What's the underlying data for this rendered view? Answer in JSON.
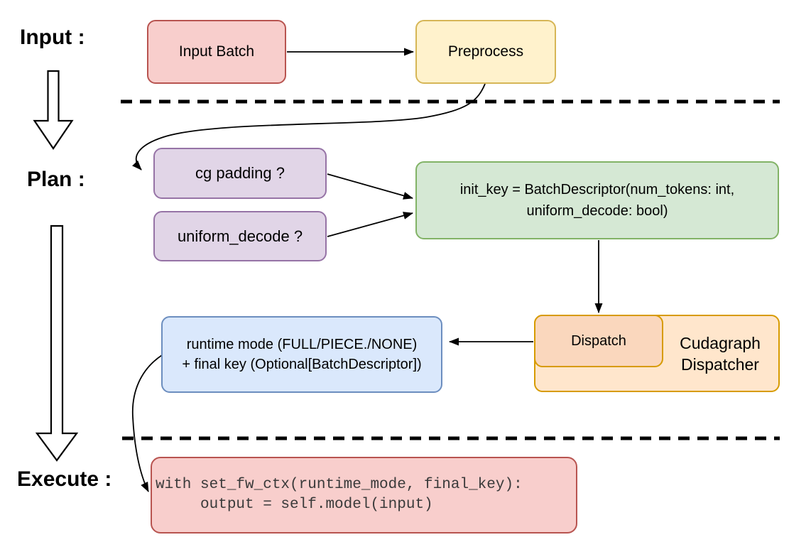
{
  "colors": {
    "background": "#ffffff",
    "line": "#000000",
    "label_text": "#000000",
    "node_text": "#000000",
    "code_text": "#3a3a3a"
  },
  "labels": {
    "input": "Input :",
    "plan": "Plan :",
    "execute": "Execute :"
  },
  "nodes": {
    "input_batch": {
      "label": "Input Batch",
      "fill": "#F8CECC",
      "border": "#B85450"
    },
    "preprocess": {
      "label": "Preprocess",
      "fill": "#FFF2CC",
      "border": "#D6B656"
    },
    "cg_padding": {
      "label": "cg padding ?",
      "fill": "#E1D5E7",
      "border": "#9673A6"
    },
    "uniform_decode": {
      "label": "uniform_decode ?",
      "fill": "#E1D5E7",
      "border": "#9673A6"
    },
    "init_key": {
      "line1": "init_key = BatchDescriptor(num_tokens: int,",
      "line2": "uniform_decode: bool)",
      "fill": "#D5E8D4",
      "border": "#82B366"
    },
    "dispatch": {
      "label": "Dispatch",
      "fill": "#FAD7BD",
      "border": "#D79B00"
    },
    "cudagraph_dispatcher": {
      "line1": "Cudagraph",
      "line2": "Dispatcher",
      "fill": "#FFE6CC",
      "border": "#D79B00"
    },
    "runtime_mode": {
      "line1": "runtime mode (FULL/PIECE./NONE)",
      "line2": "+ final key (Optional[BatchDescriptor])",
      "fill": "#DAE8FC",
      "border": "#6C8EBF"
    },
    "execute_code": {
      "line1": "with set_fw_ctx(runtime_mode, final_key):",
      "line2": "     output = self.model(input)",
      "fill": "#F8CECC",
      "border": "#B85450"
    }
  }
}
